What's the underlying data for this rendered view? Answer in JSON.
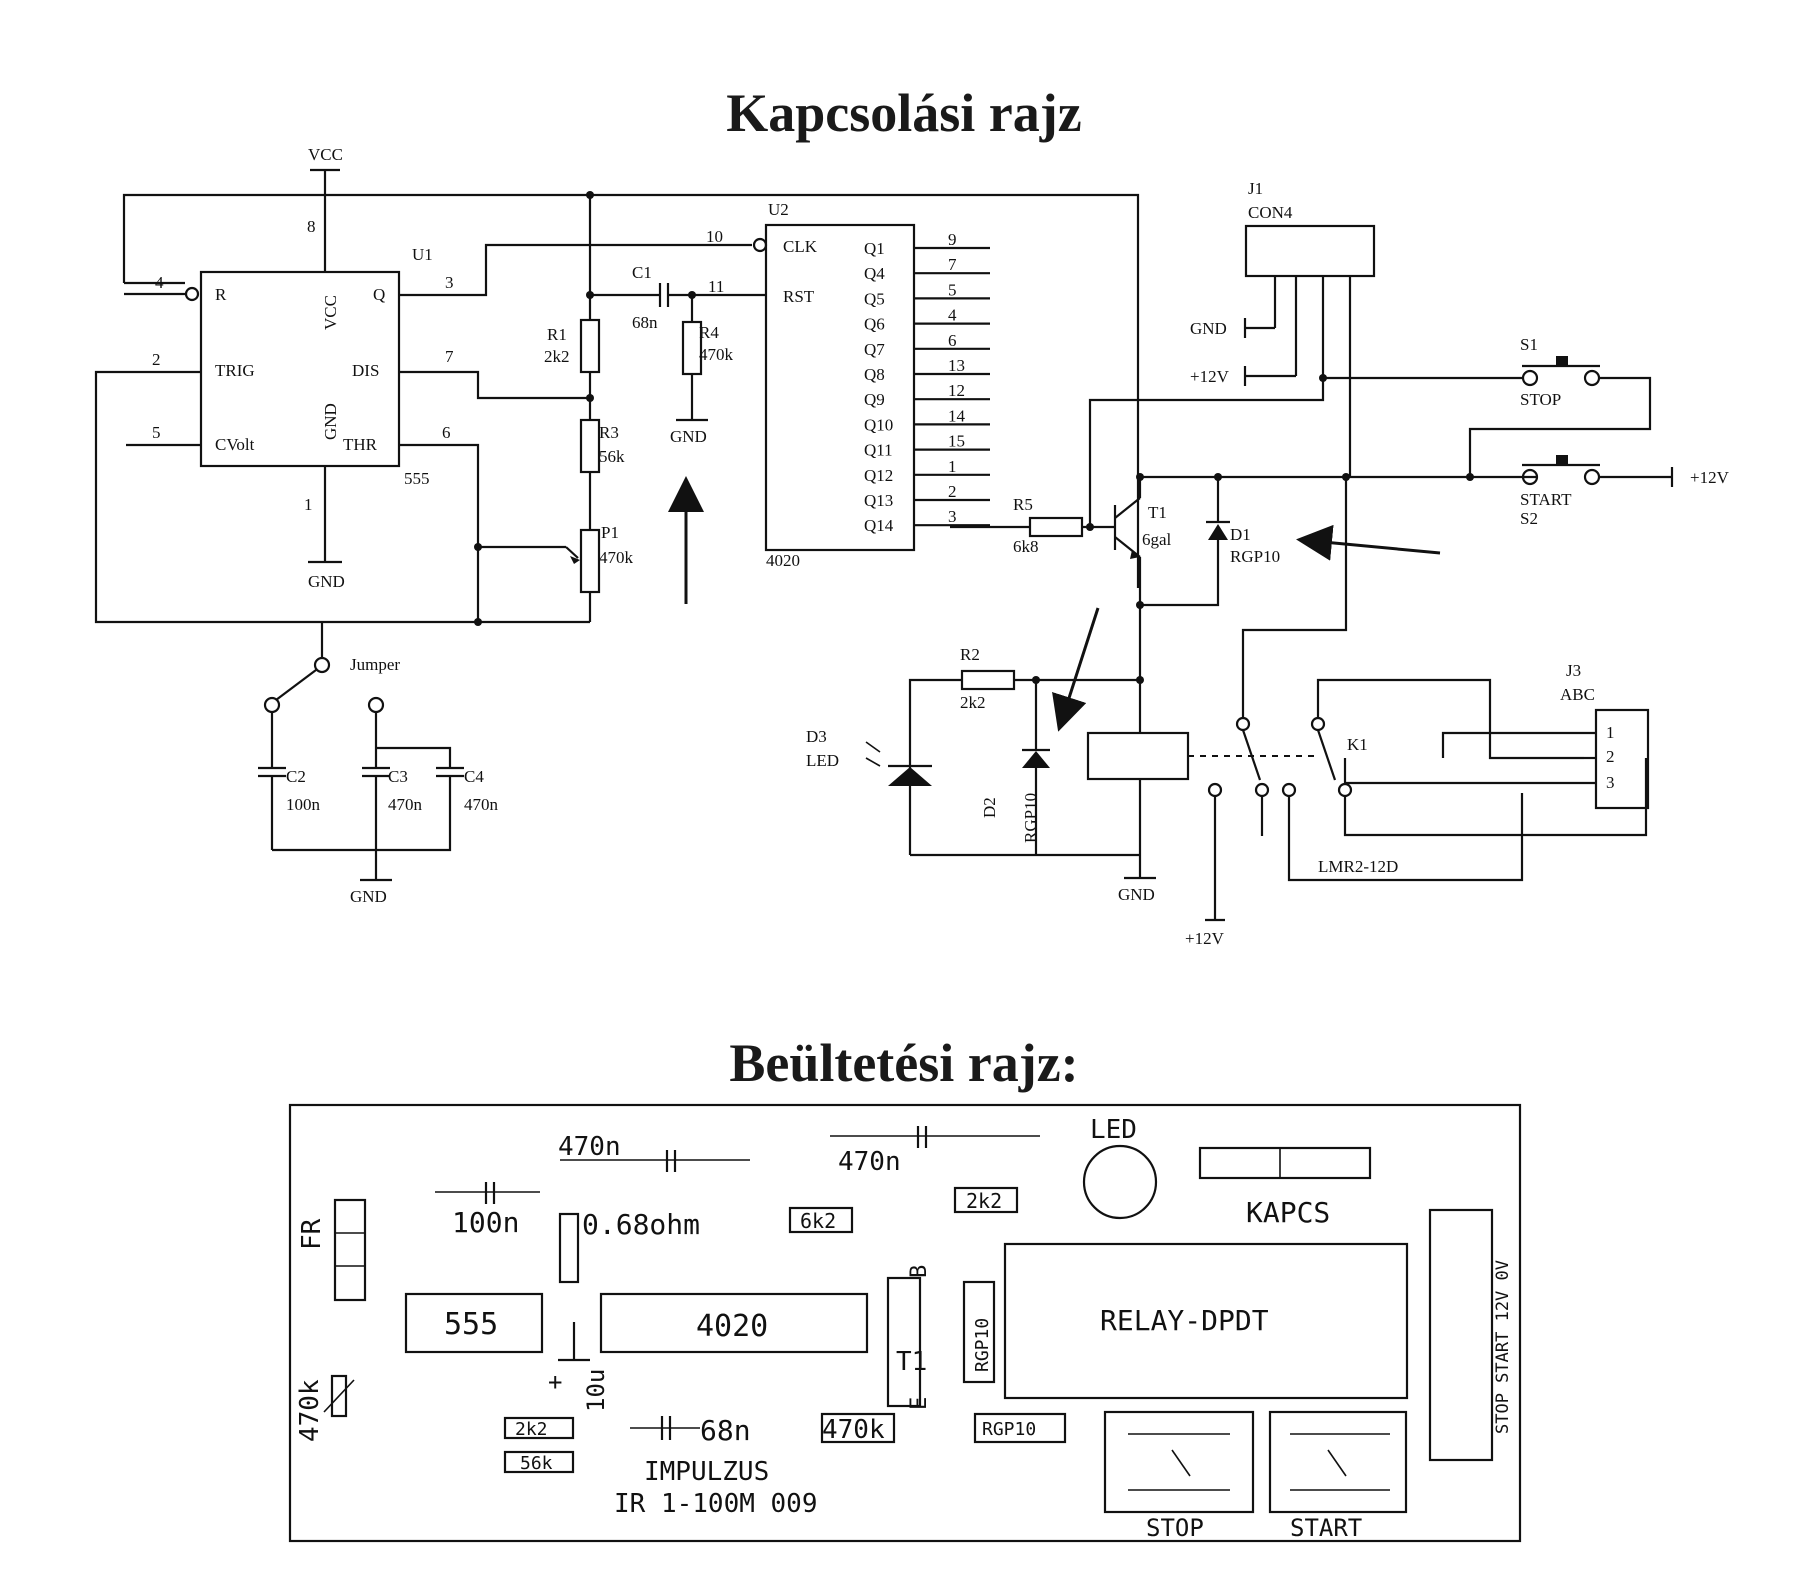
{
  "titles": {
    "schematic": "Kapcsolási rajz",
    "layout": "Beültetési rajz:"
  },
  "schematic": {
    "vcc": "VCC",
    "u1": {
      "ref": "U1",
      "type": "555",
      "pins": {
        "r": "R",
        "vcc": "VCC",
        "q": "Q",
        "trig": "TRIG",
        "dis": "DIS",
        "cvolt": "CVolt",
        "gnd": "GND",
        "thr": "THR"
      },
      "pin_numbers": {
        "p8": "8",
        "p4": "4",
        "p3": "3",
        "p2": "2",
        "p7": "7",
        "p5": "5",
        "p6": "6",
        "p1": "1"
      }
    },
    "u2": {
      "ref": "U2",
      "type": "4020",
      "clk": "CLK",
      "rst": "RST",
      "pin10": "10",
      "pin11": "11",
      "outputs": [
        "Q1",
        "Q4",
        "Q5",
        "Q6",
        "Q7",
        "Q8",
        "Q9",
        "Q10",
        "Q11",
        "Q12",
        "Q13",
        "Q14"
      ],
      "output_pins": [
        "9",
        "7",
        "5",
        "4",
        "6",
        "13",
        "12",
        "14",
        "15",
        "1",
        "2",
        "3"
      ]
    },
    "r1": {
      "ref": "R1",
      "value": "2k2"
    },
    "r3": {
      "ref": "R3",
      "value": "56k"
    },
    "p1": {
      "ref": "P1",
      "value": "470k"
    },
    "c1": {
      "ref": "C1",
      "value": "68n"
    },
    "r4": {
      "ref": "R4",
      "value": "470k"
    },
    "r5": {
      "ref": "R5",
      "value": "6k8"
    },
    "t1": {
      "ref": "T1",
      "value": "6gal"
    },
    "d1": {
      "ref": "D1",
      "value": "RGP10"
    },
    "r2": {
      "ref": "R2",
      "value": "2k2"
    },
    "d2": {
      "ref": "D2",
      "value": "RGP10"
    },
    "d3": {
      "ref": "D3",
      "value": "LED"
    },
    "j1": {
      "ref": "J1",
      "value": "CON4"
    },
    "j3": {
      "ref": "J3",
      "value": "ABC",
      "pins": [
        "1",
        "2",
        "3"
      ]
    },
    "s1": {
      "ref": "S1",
      "value": "STOP"
    },
    "s2": {
      "ref": "S2",
      "value": "START"
    },
    "k1": {
      "ref": "K1",
      "value": "LMR2-12D"
    },
    "jumper": "Jumper",
    "c2": {
      "ref": "C2",
      "value": "100n"
    },
    "c3": {
      "ref": "C3",
      "value": "470n"
    },
    "c4": {
      "ref": "C4",
      "value": "470n"
    },
    "gnd": "GND",
    "plus12v": "+12V"
  },
  "layout": {
    "c_470n_a": "470n",
    "c_470n_b": "470n",
    "led": "LED",
    "c_100n": "100n",
    "r_068": "0.68ohm",
    "r_6k2": "6k2",
    "r_2k2_top": "2k2",
    "kapcs": "KAPCS",
    "fr": "FR",
    "ic_555": "555",
    "ic_4020": "4020",
    "b": "B",
    "t1": "T1",
    "e": "E",
    "rgp10_v": "RGP10",
    "relay": "RELAY-DPDT",
    "terminal": "STOP START 12V 0V",
    "pot": "470k",
    "cap_10u": "10u",
    "plus": "+",
    "r_2k2_bot": "2k2",
    "r_56k": "56k",
    "c_68n": "68n",
    "r_470k": "470k",
    "rgp10_h": "RGP10",
    "impulzus": "IMPULZUS",
    "ir_code": "IR 1-100M 009",
    "stop": "STOP",
    "start": "START"
  }
}
